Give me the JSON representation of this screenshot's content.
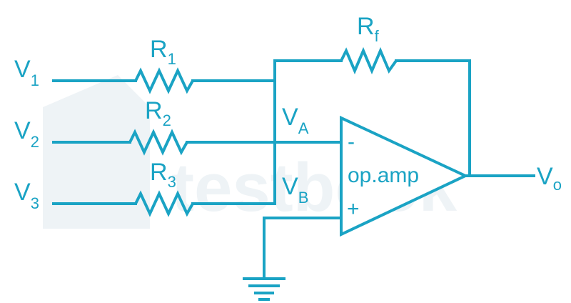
{
  "inputs": [
    {
      "letter": "V",
      "sub": "1"
    },
    {
      "letter": "V",
      "sub": "2"
    },
    {
      "letter": "V",
      "sub": "3"
    }
  ],
  "resistors": {
    "r1": {
      "letter": "R",
      "sub": "1"
    },
    "r2": {
      "letter": "R",
      "sub": "2"
    },
    "r3": {
      "letter": "R",
      "sub": "3"
    },
    "rf": {
      "letter": "R",
      "sub": "f"
    }
  },
  "nodes": {
    "va": {
      "letter": "V",
      "sub": "A"
    },
    "vb": {
      "letter": "V",
      "sub": "B"
    }
  },
  "opamp": {
    "label": "op.amp",
    "inverting_sign": "-",
    "noninverting_sign": "+"
  },
  "output": {
    "letter": "V",
    "sub": "o"
  },
  "watermark": "testbook",
  "colors": {
    "wire": "#1aa3c4",
    "watermark": "#eef3f6"
  }
}
